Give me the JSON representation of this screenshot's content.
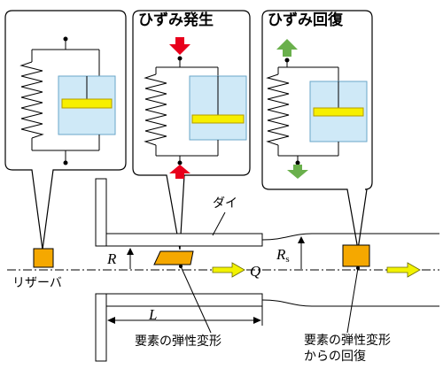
{
  "panels": {
    "reservoir": {
      "title": ""
    },
    "strain_gen": {
      "title": "ひずみ発生"
    },
    "strain_rec": {
      "title": "ひずみ回復"
    }
  },
  "labels": {
    "die": "ダイ",
    "reservoir": "リザーバ",
    "R": "R",
    "Rs_main": "R",
    "Rs_sub": "s",
    "Q": "Q",
    "L": "L",
    "elastic_deformation": "要素の弾性変形",
    "recovery_line1": "要素の弾性変形",
    "recovery_line2": "からの回復"
  },
  "colors": {
    "element_orange": "#f5a800",
    "dashpot_blue": "#cfe9f7",
    "piston_yellow": "#f7ef00",
    "arrow_red": "#e8001c",
    "arrow_green": "#6ab04c",
    "flow_arrow_yellow": "#f2f200"
  }
}
